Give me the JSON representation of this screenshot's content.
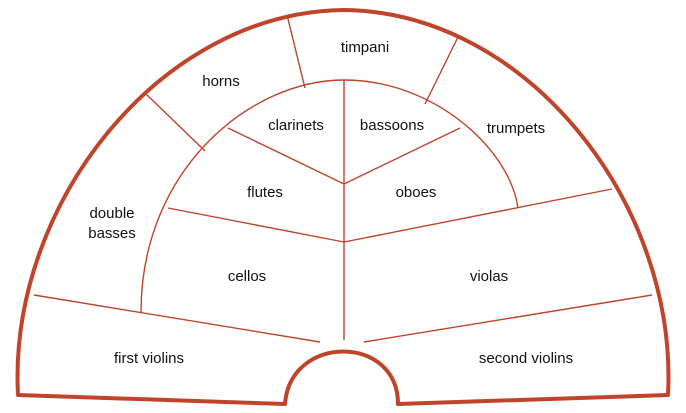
{
  "colors": {
    "stroke": "#c0432b",
    "text": "#111111",
    "background": "#ffffff"
  },
  "sections": {
    "timpani": "timpani",
    "horns": "horns",
    "clarinets": "clarinets",
    "bassoons": "bassoons",
    "trumpets": "trumpets",
    "flutes": "flutes",
    "oboes": "oboes",
    "double_basses_line1": "double",
    "double_basses_line2": "basses",
    "cellos": "cellos",
    "violas": "violas",
    "first_violins": "first violins",
    "second_violins": "second violins"
  }
}
